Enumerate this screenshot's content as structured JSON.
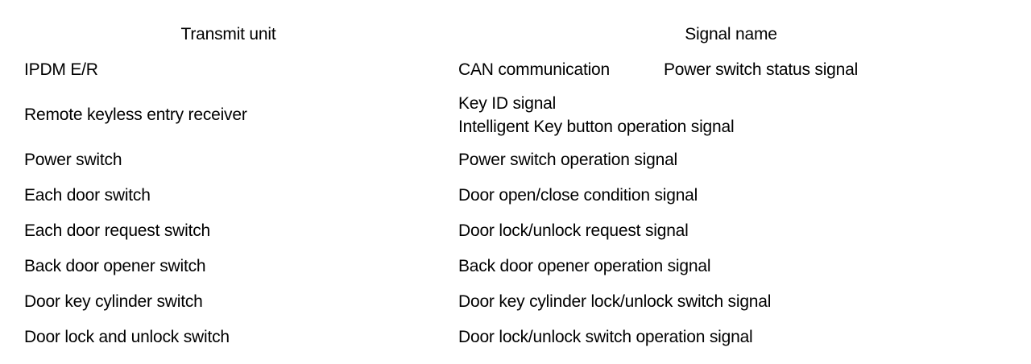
{
  "table": {
    "headers": {
      "transmit_unit": "Transmit unit",
      "signal_name": "Signal name"
    },
    "rows": [
      {
        "transmit_unit": "IPDM E/R",
        "signal_split": true,
        "signal_left": "CAN communication",
        "signal_right": "Power switch status signal"
      },
      {
        "transmit_unit": "Remote keyless entry receiver",
        "signal_split": false,
        "signal_lines": [
          "Key ID signal",
          "Intelligent Key button operation signal"
        ]
      },
      {
        "transmit_unit": "Power switch",
        "signal_split": false,
        "signal_lines": [
          "Power switch operation signal"
        ]
      },
      {
        "transmit_unit": "Each door switch",
        "signal_split": false,
        "signal_lines": [
          "Door open/close condition signal"
        ]
      },
      {
        "transmit_unit": "Each door request switch",
        "signal_split": false,
        "signal_lines": [
          "Door lock/unlock request signal"
        ]
      },
      {
        "transmit_unit": "Back door opener switch",
        "signal_split": false,
        "signal_lines": [
          "Back door opener operation signal"
        ]
      },
      {
        "transmit_unit": "Door key cylinder switch",
        "signal_split": false,
        "signal_lines": [
          "Door key cylinder lock/unlock switch signal"
        ]
      },
      {
        "transmit_unit": "Door lock and unlock switch",
        "signal_split": false,
        "signal_lines": [
          "Door lock/unlock switch operation signal"
        ]
      }
    ]
  },
  "colors": {
    "ink": "#000000",
    "paper": "#ffffff"
  }
}
